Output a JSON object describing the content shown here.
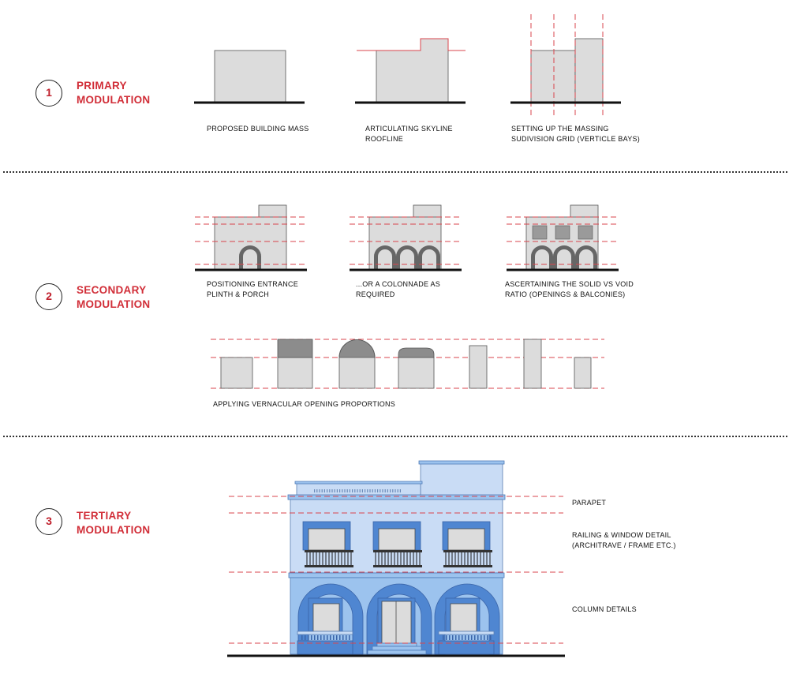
{
  "sections": [
    {
      "number": "1",
      "title_line1": "PRIMARY",
      "title_line2": "MODULATION"
    },
    {
      "number": "2",
      "title_line1": "SECONDARY",
      "title_line2": "MODULATION"
    },
    {
      "number": "3",
      "title_line1": "TERTIARY",
      "title_line2": "MODULATION"
    }
  ],
  "primary_captions": [
    {
      "line1": "PROPOSED BUILDING MASS",
      "line2": ""
    },
    {
      "line1": "ARTICULATING SKYLINE",
      "line2": "ROOFLINE"
    },
    {
      "line1": "SETTING UP THE MASSING",
      "line2": "SUDIVISION GRID (VERTICLE BAYS)"
    }
  ],
  "secondary_captions": [
    {
      "line1": "POSITIONING ENTRANCE",
      "line2": "PLINTH & PORCH"
    },
    {
      "line1": "...OR A COLONNADE AS",
      "line2": "REQUIRED"
    },
    {
      "line1": "ASCERTAINING THE SOLID VS VOID",
      "line2": "RATIO (OPENINGS & BALCONIES)"
    }
  ],
  "openings_caption": "APPLYING VERNACULAR OPENING PROPORTIONS",
  "tertiary_labels": {
    "parapet": "PARAPET",
    "railing_line1": "RAILING & WINDOW DETAIL",
    "railing_line2": "(ARCHITRAVE / FRAME ETC.)",
    "column": "COLUMN DETAILS"
  },
  "colors": {
    "accent_red": "#d12e38",
    "guide_red": "#d9454d",
    "mass_fill": "#dcdcdc",
    "elevation_light_blue": "#c9dcf5",
    "elevation_mid_blue": "#9cc3ee",
    "elevation_dark_blue": "#4f86d1"
  }
}
